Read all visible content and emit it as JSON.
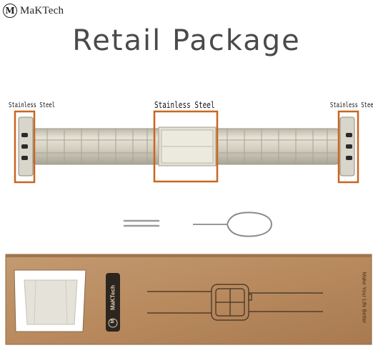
{
  "brand": {
    "logo_letter": "M",
    "name": "MaKTech"
  },
  "title": "Retail Package",
  "band_labels": {
    "left": "Stainless Steel",
    "center": "Stainless Steel",
    "right": "Stainless Steel"
  },
  "box": {
    "badge_brand": "MaKTech",
    "badge_letter": "M",
    "side_text": "Make Your Life Better"
  },
  "colors": {
    "highlight": "#c8661f",
    "steel": "#d9d5c7",
    "kraft": "#b98a5f"
  }
}
